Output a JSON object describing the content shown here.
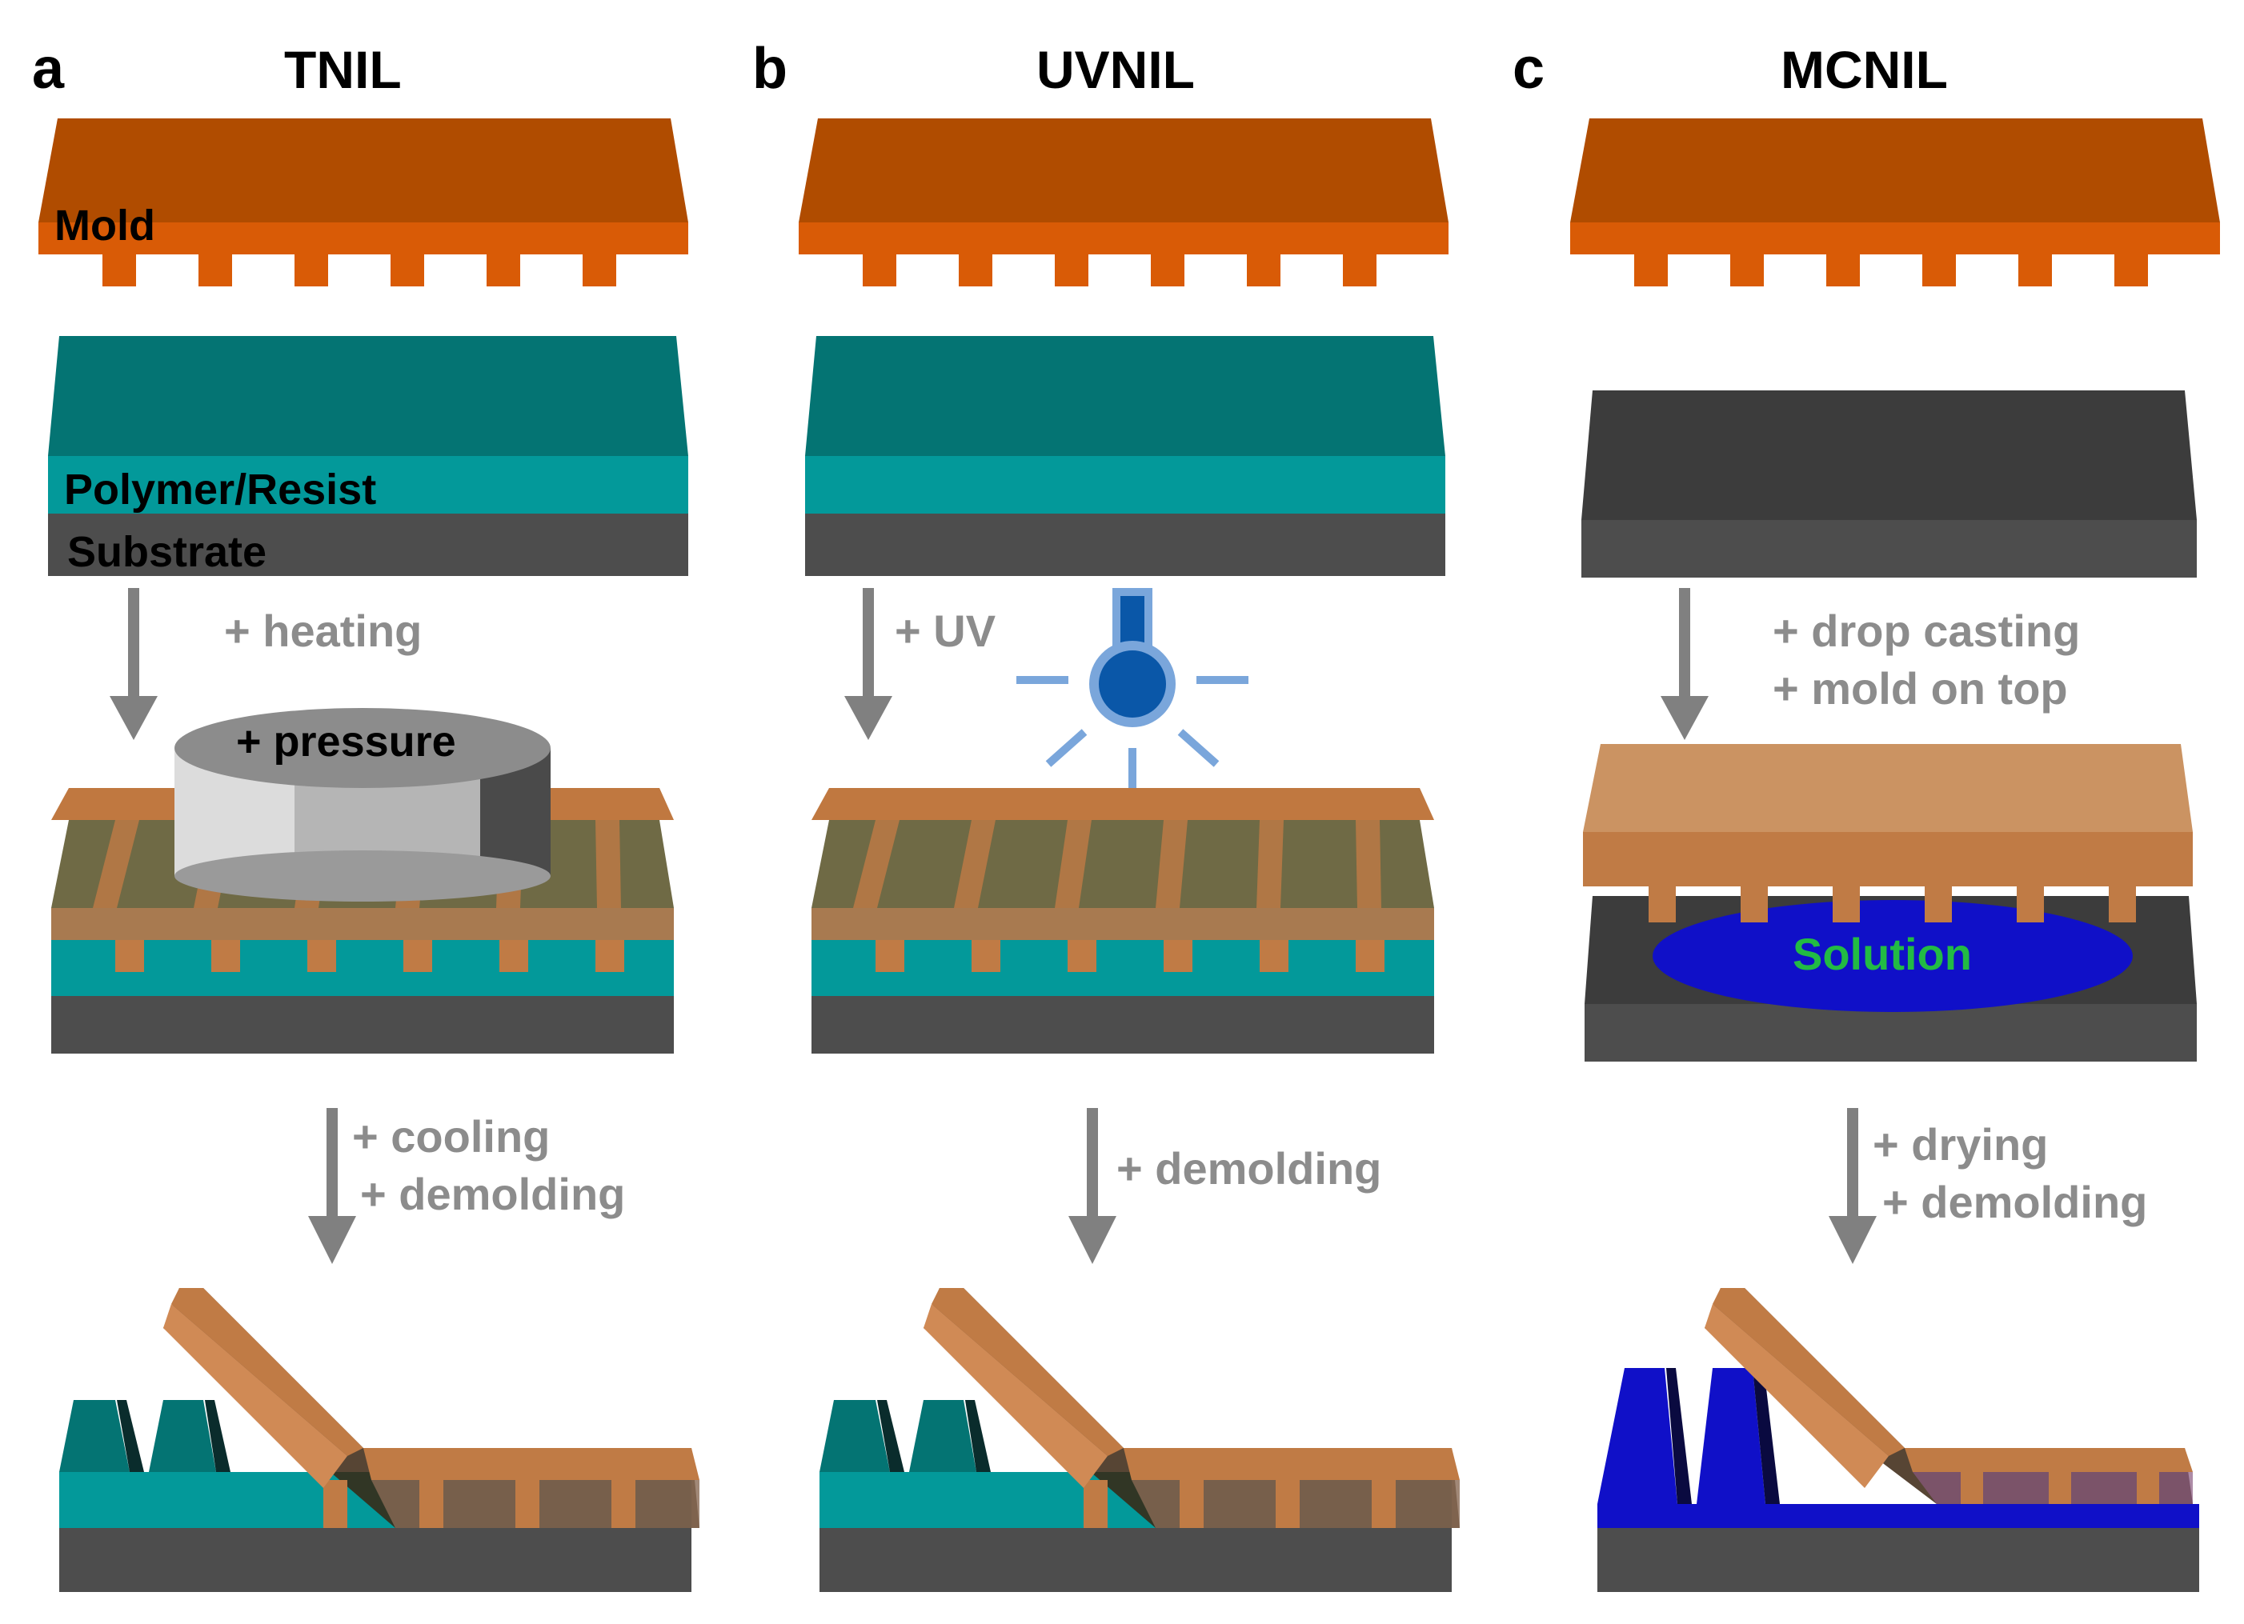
{
  "panels": {
    "a": {
      "letter": "a",
      "title": "TNIL"
    },
    "b": {
      "letter": "b",
      "title": "UVNIL"
    },
    "c": {
      "letter": "c",
      "title": "MCNIL"
    }
  },
  "labels": {
    "mold": "Mold",
    "polymer": "Polymer/Resist",
    "substrate": "Substrate",
    "solution": "Solution"
  },
  "steps": {
    "a1": "+ heating",
    "a_pressure": "+ pressure",
    "a2_line1": "+ cooling",
    "a2_line2": "+ demolding",
    "b1": "+ UV",
    "b2": "+ demolding",
    "c1_line1": "+ drop casting",
    "c1_line2": "+ mold on top",
    "c2_line1": "+ drying",
    "c2_line2": "+ demolding"
  },
  "colors": {
    "mold_top": "#b04c00",
    "mold_front": "#d95b06",
    "polymer_top": "#047473",
    "polymer_front": "#03999a",
    "substrate_top": "#3c3c3c",
    "substrate_front": "#4d4d4d",
    "solution": "#1010c8",
    "uv_lamp": "#0a57a8",
    "uv_rays": "#7aa6db",
    "arrow": "#808080"
  }
}
